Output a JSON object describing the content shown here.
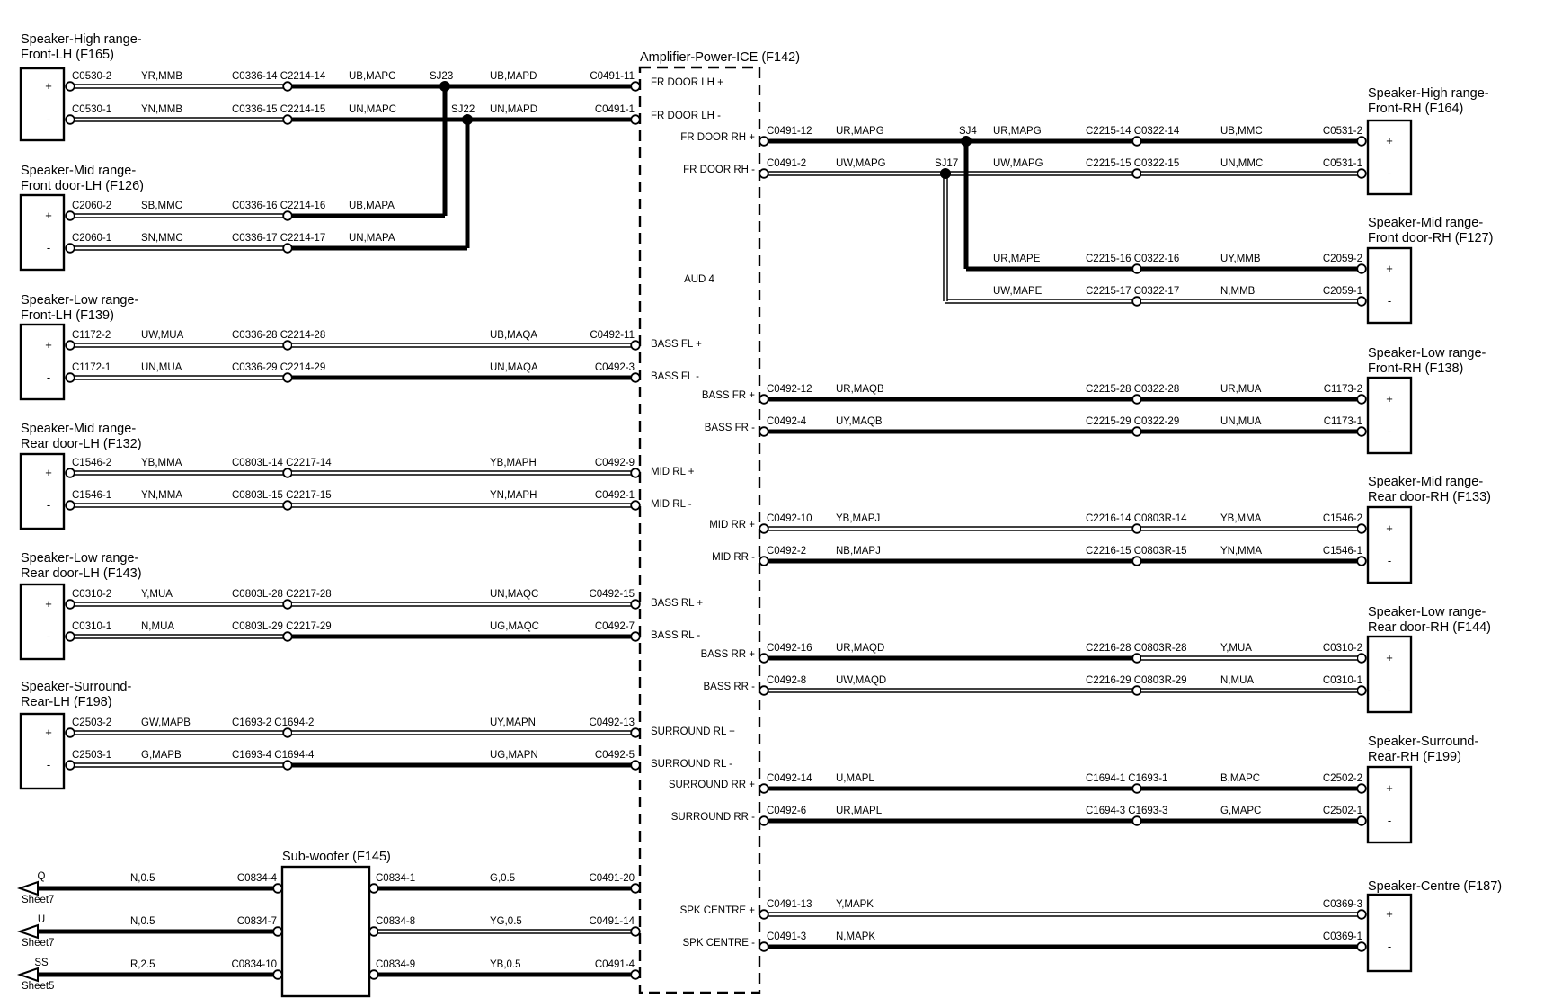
{
  "amplifier": {
    "title": "Amplifier-Power-ICE (F142)",
    "center_label": "AUD 4"
  },
  "left_components": [
    {
      "id": "l_hi",
      "title": [
        "Speaker-High range-",
        "Front-LH (F165)"
      ],
      "pins": [
        {
          "polarity": "+",
          "from": "C0530-2",
          "color": "YR,MMB",
          "mid": "C0336-14 C2214-14",
          "color2": "UB,MAPC",
          "splice": "SJ23",
          "color3": "UB,MAPD",
          "to": "C0491-11",
          "amp_pin": "FR DOOR LH +",
          "wire": "thick"
        },
        {
          "polarity": "-",
          "from": "C0530-1",
          "color": "YN,MMB",
          "mid": "C0336-15 C2214-15",
          "color2": "UN,MAPC",
          "splice": "SJ22",
          "color3": "UN,MAPD",
          "to": "C0491-1",
          "amp_pin": "FR DOOR LH -",
          "wire": "thick"
        }
      ]
    },
    {
      "id": "l_mid",
      "title": [
        "Speaker-Mid range-",
        "Front door-LH (F126)"
      ],
      "pins": [
        {
          "polarity": "+",
          "from": "C2060-2",
          "color": "SB,MMC",
          "mid": "C0336-16 C2214-16",
          "color2": "UB,MAPA",
          "wire": "thick"
        },
        {
          "polarity": "-",
          "from": "C2060-1",
          "color": "SN,MMC",
          "mid": "C0336-17 C2214-17",
          "color2": "UN,MAPA",
          "wire": "thick"
        }
      ]
    },
    {
      "id": "l_low",
      "title": [
        "Speaker-Low range-",
        "Front-LH (F139)"
      ],
      "pins": [
        {
          "polarity": "+",
          "from": "C1172-2",
          "color": "UW,MUA",
          "mid": "C0336-28 C2214-28",
          "color3": "UB,MAQA",
          "to": "C0492-11",
          "amp_pin": "BASS FL +",
          "wire": "thin"
        },
        {
          "polarity": "-",
          "from": "C1172-1",
          "color": "UN,MUA",
          "mid": "C0336-29 C2214-29",
          "color3": "UN,MAQA",
          "to": "C0492-3",
          "amp_pin": "BASS FL -",
          "wire": "thick"
        }
      ]
    },
    {
      "id": "l_midr",
      "title": [
        "Speaker-Mid range-",
        "Rear door-LH (F132)"
      ],
      "pins": [
        {
          "polarity": "+",
          "from": "C1546-2",
          "color": "YB,MMA",
          "mid": "C0803L-14 C2217-14",
          "color3": "YB,MAPH",
          "to": "C0492-9",
          "amp_pin": "MID RL +",
          "wire": "thin"
        },
        {
          "polarity": "-",
          "from": "C1546-1",
          "color": "YN,MMA",
          "mid": "C0803L-15 C2217-15",
          "color3": "YN,MAPH",
          "to": "C0492-1",
          "amp_pin": "MID RL -",
          "wire": "thin"
        }
      ]
    },
    {
      "id": "l_lowr",
      "title": [
        "Speaker-Low range-",
        "Rear door-LH (F143)"
      ],
      "pins": [
        {
          "polarity": "+",
          "from": "C0310-2",
          "color": "Y,MUA",
          "mid": "C0803L-28 C2217-28",
          "color3": "UN,MAQC",
          "to": "C0492-15",
          "amp_pin": "BASS RL +",
          "wire": "thin"
        },
        {
          "polarity": "-",
          "from": "C0310-1",
          "color": "N,MUA",
          "mid": "C0803L-29 C2217-29",
          "color3": "UG,MAQC",
          "to": "C0492-7",
          "amp_pin": "BASS RL -",
          "wire": "thick"
        }
      ]
    },
    {
      "id": "l_sur",
      "title": [
        "Speaker-Surround-",
        "Rear-LH (F198)"
      ],
      "pins": [
        {
          "polarity": "+",
          "from": "C2503-2",
          "color": "GW,MAPB",
          "mid": "C1693-2 C1694-2",
          "color3": "UY,MAPN",
          "to": "C0492-13",
          "amp_pin": "SURROUND RL +",
          "wire": "thin"
        },
        {
          "polarity": "-",
          "from": "C2503-1",
          "color": "G,MAPB",
          "mid": "C1693-4 C1694-4",
          "color3": "UG,MAPN",
          "to": "C0492-5",
          "amp_pin": "SURROUND RL -",
          "wire": "thick"
        }
      ]
    }
  ],
  "right_components": [
    {
      "id": "r_hi",
      "title": [
        "Speaker-High range-",
        "Front-RH (F164)"
      ],
      "pins": [
        {
          "polarity": "+",
          "amp_pin": "FR DOOR RH +",
          "from": "C0491-12",
          "color": "UR,MAPG",
          "splice": "SJ4",
          "color2": "UR,MAPG",
          "mid": "C2215-14 C0322-14",
          "color3": "UB,MMC",
          "to": "C0531-2",
          "wire": "thick"
        },
        {
          "polarity": "-",
          "amp_pin": "FR DOOR RH -",
          "from": "C0491-2",
          "color": "UW,MAPG",
          "splice": "SJ17",
          "color2": "UW,MAPG",
          "mid": "C2215-15 C0322-15",
          "color3": "UN,MMC",
          "to": "C0531-1",
          "wire": "thin"
        }
      ]
    },
    {
      "id": "r_mid",
      "title": [
        "Speaker-Mid range-",
        "Front door-RH (F127)"
      ],
      "pins": [
        {
          "polarity": "+",
          "color2": "UR,MAPE",
          "mid": "C2215-16 C0322-16",
          "color3": "UY,MMB",
          "to": "C2059-2",
          "wire": "thick"
        },
        {
          "polarity": "-",
          "color2": "UW,MAPE",
          "mid": "C2215-17 C0322-17",
          "color3": "N,MMB",
          "to": "C2059-1",
          "wire": "thin"
        }
      ]
    },
    {
      "id": "r_low",
      "title": [
        "Speaker-Low range-",
        "Front-RH (F138)"
      ],
      "pins": [
        {
          "polarity": "+",
          "amp_pin": "BASS FR +",
          "from": "C0492-12",
          "color": "UR,MAQB",
          "mid": "C2215-28 C0322-28",
          "color3": "UR,MUA",
          "to": "C1173-2",
          "wire": "thick"
        },
        {
          "polarity": "-",
          "amp_pin": "BASS FR -",
          "from": "C0492-4",
          "color": "UY,MAQB",
          "mid": "C2215-29 C0322-29",
          "color3": "UN,MUA",
          "to": "C1173-1",
          "wire": "thick"
        }
      ]
    },
    {
      "id": "r_midr",
      "title": [
        "Speaker-Mid range-",
        "Rear door-RH (F133)"
      ],
      "pins": [
        {
          "polarity": "+",
          "amp_pin": "MID RR +",
          "from": "C0492-10",
          "color": "YB,MAPJ",
          "mid": "C2216-14 C0803R-14",
          "color3": "YB,MMA",
          "to": "C1546-2",
          "wire": "thin"
        },
        {
          "polarity": "-",
          "amp_pin": "MID RR -",
          "from": "C0492-2",
          "color": "NB,MAPJ",
          "mid": "C2216-15 C0803R-15",
          "color3": "YN,MMA",
          "to": "C1546-1",
          "wire": "thick"
        }
      ]
    },
    {
      "id": "r_lowr",
      "title": [
        "Speaker-Low range-",
        "Rear door-RH (F144)"
      ],
      "pins": [
        {
          "polarity": "+",
          "amp_pin": "BASS RR +",
          "from": "C0492-16",
          "color": "UR,MAQD",
          "mid": "C2216-28 C0803R-28",
          "color3": "Y,MUA",
          "to": "C0310-2",
          "wire": "thick"
        },
        {
          "polarity": "-",
          "amp_pin": "BASS RR -",
          "from": "C0492-8",
          "color": "UW,MAQD",
          "mid": "C2216-29 C0803R-29",
          "color3": "N,MUA",
          "to": "C0310-1",
          "wire": "thin"
        }
      ]
    },
    {
      "id": "r_sur",
      "title": [
        "Speaker-Surround-",
        "Rear-RH (F199)"
      ],
      "pins": [
        {
          "polarity": "+",
          "amp_pin": "SURROUND RR +",
          "from": "C0492-14",
          "color": "U,MAPL",
          "mid": "C1694-1 C1693-1",
          "color3": "B,MAPC",
          "to": "C2502-2",
          "wire": "thick"
        },
        {
          "polarity": "-",
          "amp_pin": "SURROUND RR -",
          "from": "C0492-6",
          "color": "UR,MAPL",
          "mid": "C1694-3 C1693-3",
          "color3": "G,MAPC",
          "to": "C2502-1",
          "wire": "thick"
        }
      ]
    },
    {
      "id": "r_ctr",
      "title": [
        "Speaker-Centre (F187)"
      ],
      "pins": [
        {
          "polarity": "+",
          "amp_pin": "SPK CENTRE +",
          "from": "C0491-13",
          "color": "Y,MAPK",
          "to": "C0369-3",
          "wire": "thin"
        },
        {
          "polarity": "-",
          "amp_pin": "SPK CENTRE -",
          "from": "C0491-3",
          "color": "N,MAPK",
          "to": "C0369-1",
          "wire": "thick"
        }
      ]
    }
  ],
  "subwoofer": {
    "title": "Sub-woofer (F145)",
    "rows": [
      {
        "offsheet": "Q",
        "sheet": "Sheet7",
        "color_l": "N,0.5",
        "pin_l": "C0834-4",
        "pin_r": "C0834-1",
        "color_r": "G,0.5",
        "to": "C0491-20",
        "wire_l": "thick",
        "wire_r": "thick"
      },
      {
        "offsheet": "U",
        "sheet": "Sheet7",
        "color_l": "N,0.5",
        "pin_l": "C0834-7",
        "pin_r": "C0834-8",
        "color_r": "YG,0.5",
        "to": "C0491-14",
        "wire_l": "thick",
        "wire_r": "thin"
      },
      {
        "offsheet": "SS",
        "sheet": "Sheet5",
        "color_l": "R,2.5",
        "pin_l": "C0834-10",
        "pin_r": "C0834-9",
        "color_r": "YB,0.5",
        "to": "C0491-4",
        "wire_l": "thick",
        "wire_r": "thick"
      }
    ]
  }
}
